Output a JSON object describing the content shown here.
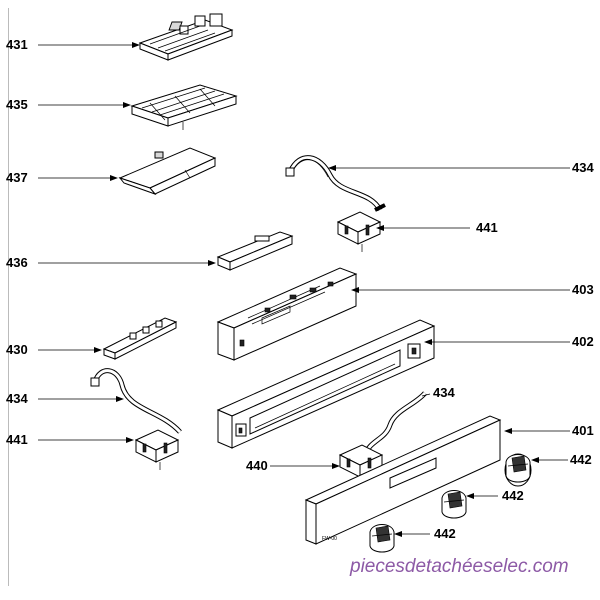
{
  "diagram": {
    "labels": {
      "p431": "431",
      "p435": "435",
      "p437": "437",
      "p436": "436",
      "p430": "430",
      "p434_left": "434",
      "p441_left": "441",
      "p434_right": "434",
      "p441_right": "441",
      "p403": "403",
      "p402": "402",
      "p434_center": "434",
      "p401": "401",
      "p440": "440",
      "p442_a": "442",
      "p442_b": "442",
      "p442_c": "442"
    },
    "watermark": "piecesdetachéeselec.com"
  },
  "colors": {
    "watermark": "#8d5aa6",
    "line": "#000000",
    "part_fill": "#ffffff"
  }
}
